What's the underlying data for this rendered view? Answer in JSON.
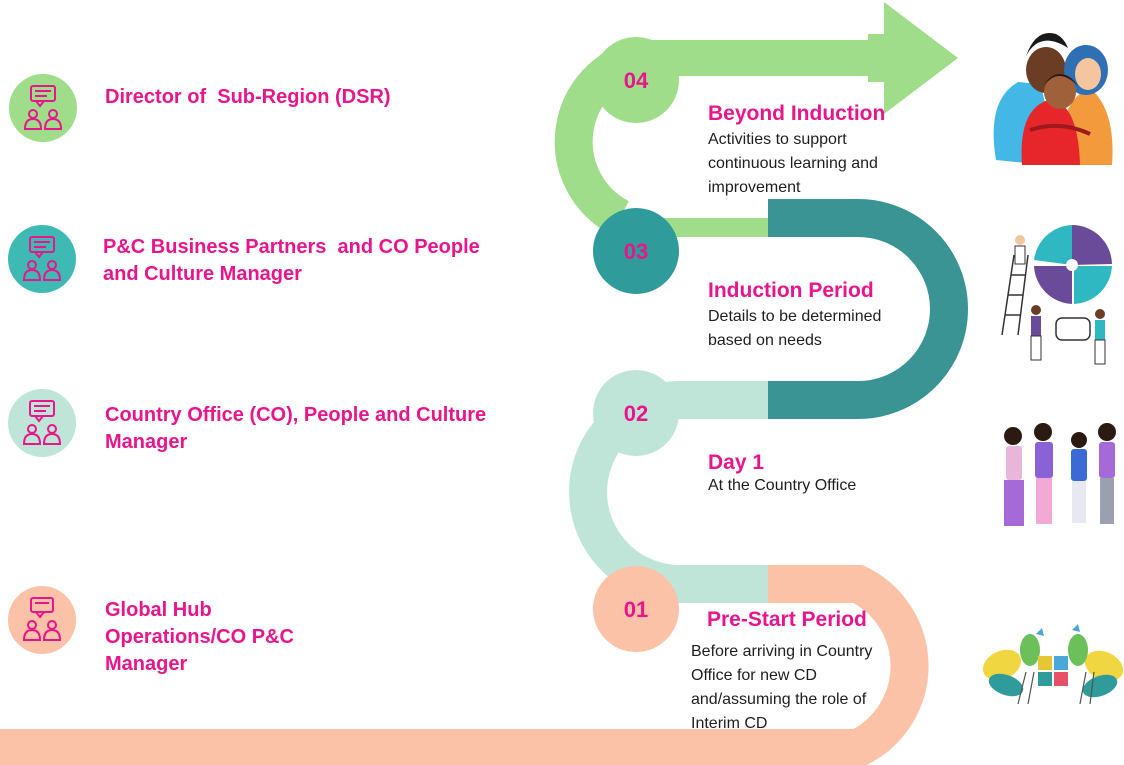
{
  "colors": {
    "accent": "#e8158c",
    "green": "#9fdd8b",
    "teal": "#2f9b9a",
    "teal_dark": "#3a9494",
    "mint": "#bfe5d9",
    "peach": "#fcc2a8"
  },
  "roles": [
    {
      "label": "Director of  Sub-Region (DSR)",
      "icon": "people-discussion-icon",
      "color": "#9fdd8b"
    },
    {
      "label": "P&C Business Partners  and CO People and Culture Manager",
      "icon": "people-discussion-icon",
      "color": "#3fb9b3"
    },
    {
      "label": "Country Office (CO), People and Culture Manager",
      "icon": "people-discussion-icon",
      "color": "#bfe5d9"
    },
    {
      "label": "Global Hub Operations/CO P&C Manager",
      "icon": "people-discussion-icon",
      "color": "#fcc2a8"
    }
  ],
  "steps": [
    {
      "number": "04",
      "title": "Beyond Induction",
      "description": "Activities to support continuous learning and improvement",
      "color": "#9fdd8b",
      "illustration": "people-hugging-illustration"
    },
    {
      "number": "03",
      "title": "Induction Period",
      "description": "Details to be determined based on needs",
      "color": "#2f9b9a",
      "illustration": "team-puzzle-illustration"
    },
    {
      "number": "02",
      "title": "Day 1",
      "description": "At the Country Office",
      "color": "#bfe5d9",
      "illustration": "group-meeting-illustration"
    },
    {
      "number": "01",
      "title": "Pre-Start Period",
      "description": "Before arriving in Country Office for new CD and/assuming the role of Interim CD",
      "color": "#fcc2a8",
      "illustration": "teamwork-plants-illustration"
    }
  ]
}
